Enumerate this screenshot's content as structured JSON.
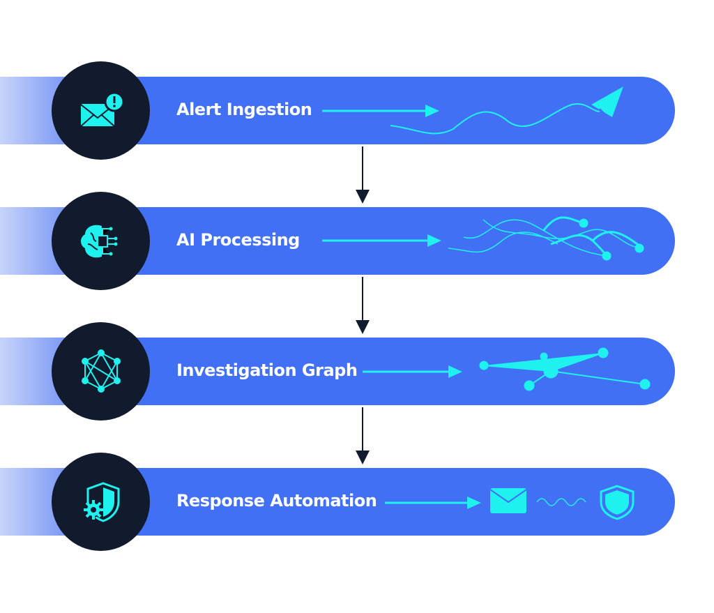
{
  "steps": [
    {
      "label": "Alert Ingestion",
      "icon": "envelope-alert-icon"
    },
    {
      "label": "AI Processing",
      "icon": "brain-chip-icon"
    },
    {
      "label": "Investigation Graph",
      "icon": "network-graph-icon"
    },
    {
      "label": "Response Automation",
      "icon": "shield-gear-icon"
    }
  ],
  "colors": {
    "bar": "#4270f4",
    "circle": "#111b2d",
    "accent": "#1ff2ee",
    "connector": "#111b2d"
  }
}
